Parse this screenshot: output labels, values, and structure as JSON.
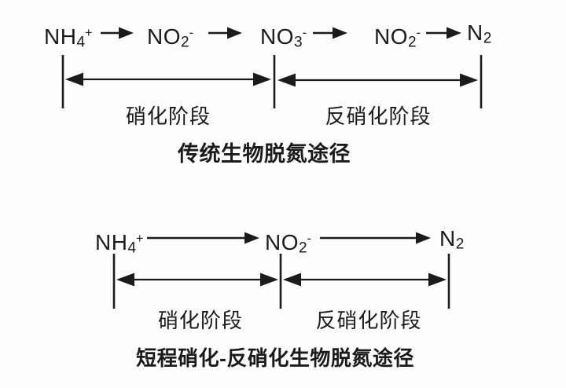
{
  "figure": {
    "background": "#fdfdfd",
    "ink": "#1b1b1b"
  },
  "pathways": [
    {
      "id": "traditional",
      "title": "传统生物脱氮途径",
      "species": [
        {
          "base": "NH",
          "sub": "4",
          "sup": "+"
        },
        {
          "base": "NO",
          "sub": "2",
          "sup": "-"
        },
        {
          "base": "NO",
          "sub": "3",
          "sup": "-"
        },
        {
          "base": "NO",
          "sub": "2",
          "sup": "-"
        },
        {
          "base": "N",
          "sub": "2",
          "sup": ""
        }
      ],
      "stages": [
        {
          "label": "硝化阶段"
        },
        {
          "label": "反硝化阶段"
        }
      ]
    },
    {
      "id": "shortcut",
      "title": "短程硝化-反硝化生物脱氮途径",
      "species": [
        {
          "base": "NH",
          "sub": "4",
          "sup": "+"
        },
        {
          "base": "NO",
          "sub": "2",
          "sup": "-"
        },
        {
          "base": "N",
          "sub": "2",
          "sup": ""
        }
      ],
      "stages": [
        {
          "label": "硝化阶段"
        },
        {
          "label": "反硝化阶段"
        }
      ]
    }
  ]
}
